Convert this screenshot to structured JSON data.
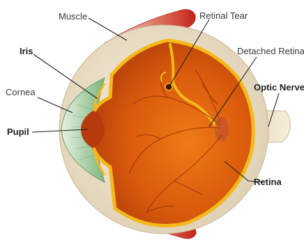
{
  "labels": {
    "muscle": "Muscle",
    "retinal_tear": "Retinal Tear",
    "iris": "Iris",
    "detached_retina": "Detached Retina",
    "cornea": "Cornea",
    "optic_nerve": "Optic Nerve",
    "pupil": "Pupil",
    "retina": "Retina"
  },
  "colors": {
    "sclera": "#efe3c9",
    "interior": "#d8620c",
    "retina_edge": "#f4b81a",
    "muscle": "#c92a1e",
    "cornea": "#a8cfa4",
    "vessels": "#8e2c08"
  }
}
